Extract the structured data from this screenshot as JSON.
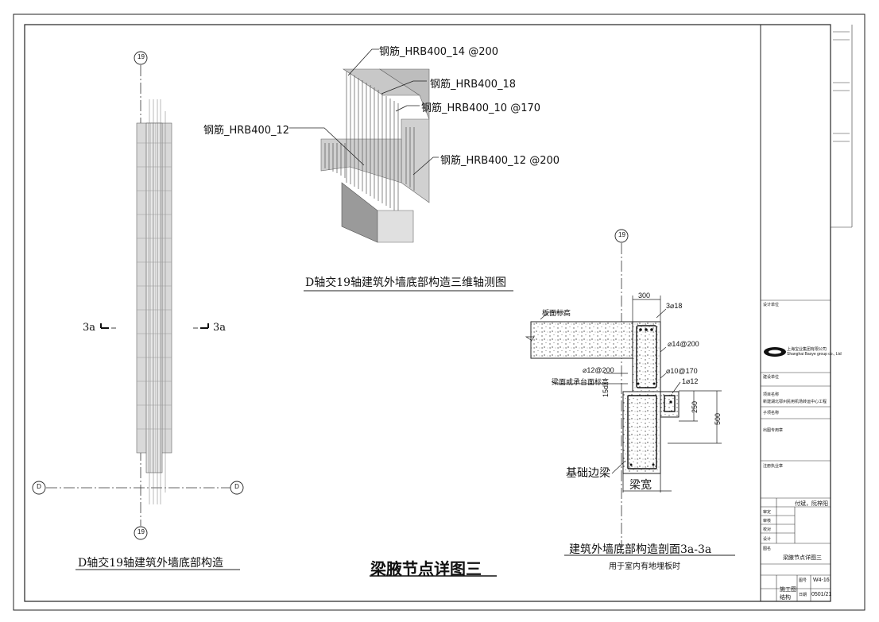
{
  "drawing_title": "梁腋节点详图三",
  "elevation": {
    "caption": "D轴交19轴建筑外墙底部构造",
    "section_mark": "3a"
  },
  "axonometric": {
    "caption": "D轴交19轴建筑外墙底部构造三维轴测图",
    "rebar_labels": [
      "钢筋_HRB400_14 @200",
      "钢筋_HRB400_18",
      "钢筋_HRB400_10 @170",
      "钢筋_HRB400_12",
      "钢筋_HRB400_12 @200"
    ]
  },
  "section": {
    "caption": "建筑外墙底部构造剖面3a-3a",
    "subcaption": "用于室内有地埋板时",
    "labels": {
      "slab_top": "板面标高",
      "beam_top": "梁面或承台面标高",
      "edge_beam": "基础边梁",
      "beam_width": "梁宽"
    },
    "dimensions": {
      "width_300": "300",
      "top_bars": "3⌀18",
      "stirrup_14": "⌀14@200",
      "bar_12_200": "⌀12@200",
      "stirrup_10": "⌀10@170",
      "bar_1_12": "1⌀12",
      "haunch_250": "250",
      "depth_500": "500",
      "lap": "15d"
    }
  },
  "axis_labels": {
    "axis_19": "19",
    "axis_d": "D"
  },
  "title_block": {
    "design_unit_label": "设计单位",
    "company_name": "上海宝业集团有限公司",
    "company_name_en": "Shanghai Baoye group co., Ltd",
    "build_unit_label": "建设单位",
    "project_label": "项目名称",
    "project_name": "新建湖北鄂州民用机场转运中心工程",
    "subproject_label": "子项名称",
    "stamp_label": "出图专用章",
    "reg_stamp_label": "注册执业章",
    "people": "付斌，阮梓阳",
    "roles": [
      "审定",
      "审核",
      "校对",
      "设计"
    ],
    "drawing_name_label": "图名",
    "drawing_name": "梁腋节点详图三",
    "sheet_no_label": "图号",
    "sheet_no": "W4-16",
    "stage_label": "施工图",
    "discipline_label": "结构",
    "date_label": "日期",
    "date": "0501/21"
  }
}
